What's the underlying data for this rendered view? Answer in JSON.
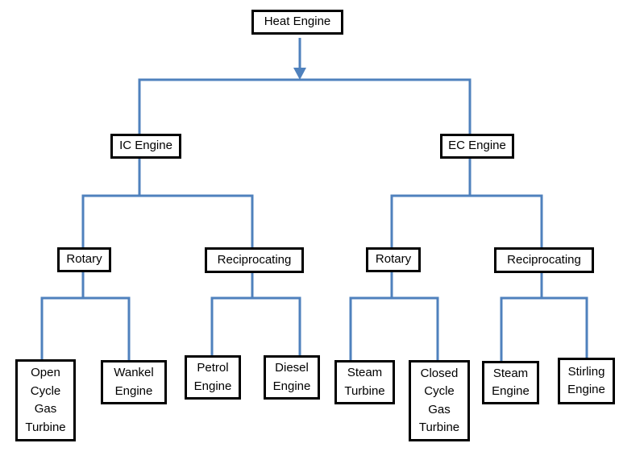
{
  "colors": {
    "connector": "#4f81bd",
    "box_border": "#000000",
    "box_fill": "#ffffff",
    "text": "#000000",
    "background": "#ffffff"
  },
  "tree": {
    "label": "Heat Engine",
    "children": [
      {
        "label": "IC Engine",
        "children": [
          {
            "label": "Rotary",
            "children": [
              {
                "label": "Open Cycle Gas Turbine"
              },
              {
                "label": "Wankel Engine"
              }
            ]
          },
          {
            "label": "Reciprocating",
            "children": [
              {
                "label": "Petrol Engine"
              },
              {
                "label": "Diesel Engine"
              }
            ]
          }
        ]
      },
      {
        "label": "EC Engine",
        "children": [
          {
            "label": "Rotary",
            "children": [
              {
                "label": "Steam Turbine"
              },
              {
                "label": "Closed Cycle Gas Turbine"
              }
            ]
          },
          {
            "label": "Reciprocating",
            "children": [
              {
                "label": "Steam Engine"
              },
              {
                "label": "Stirling Engine"
              }
            ]
          }
        ]
      }
    ]
  }
}
